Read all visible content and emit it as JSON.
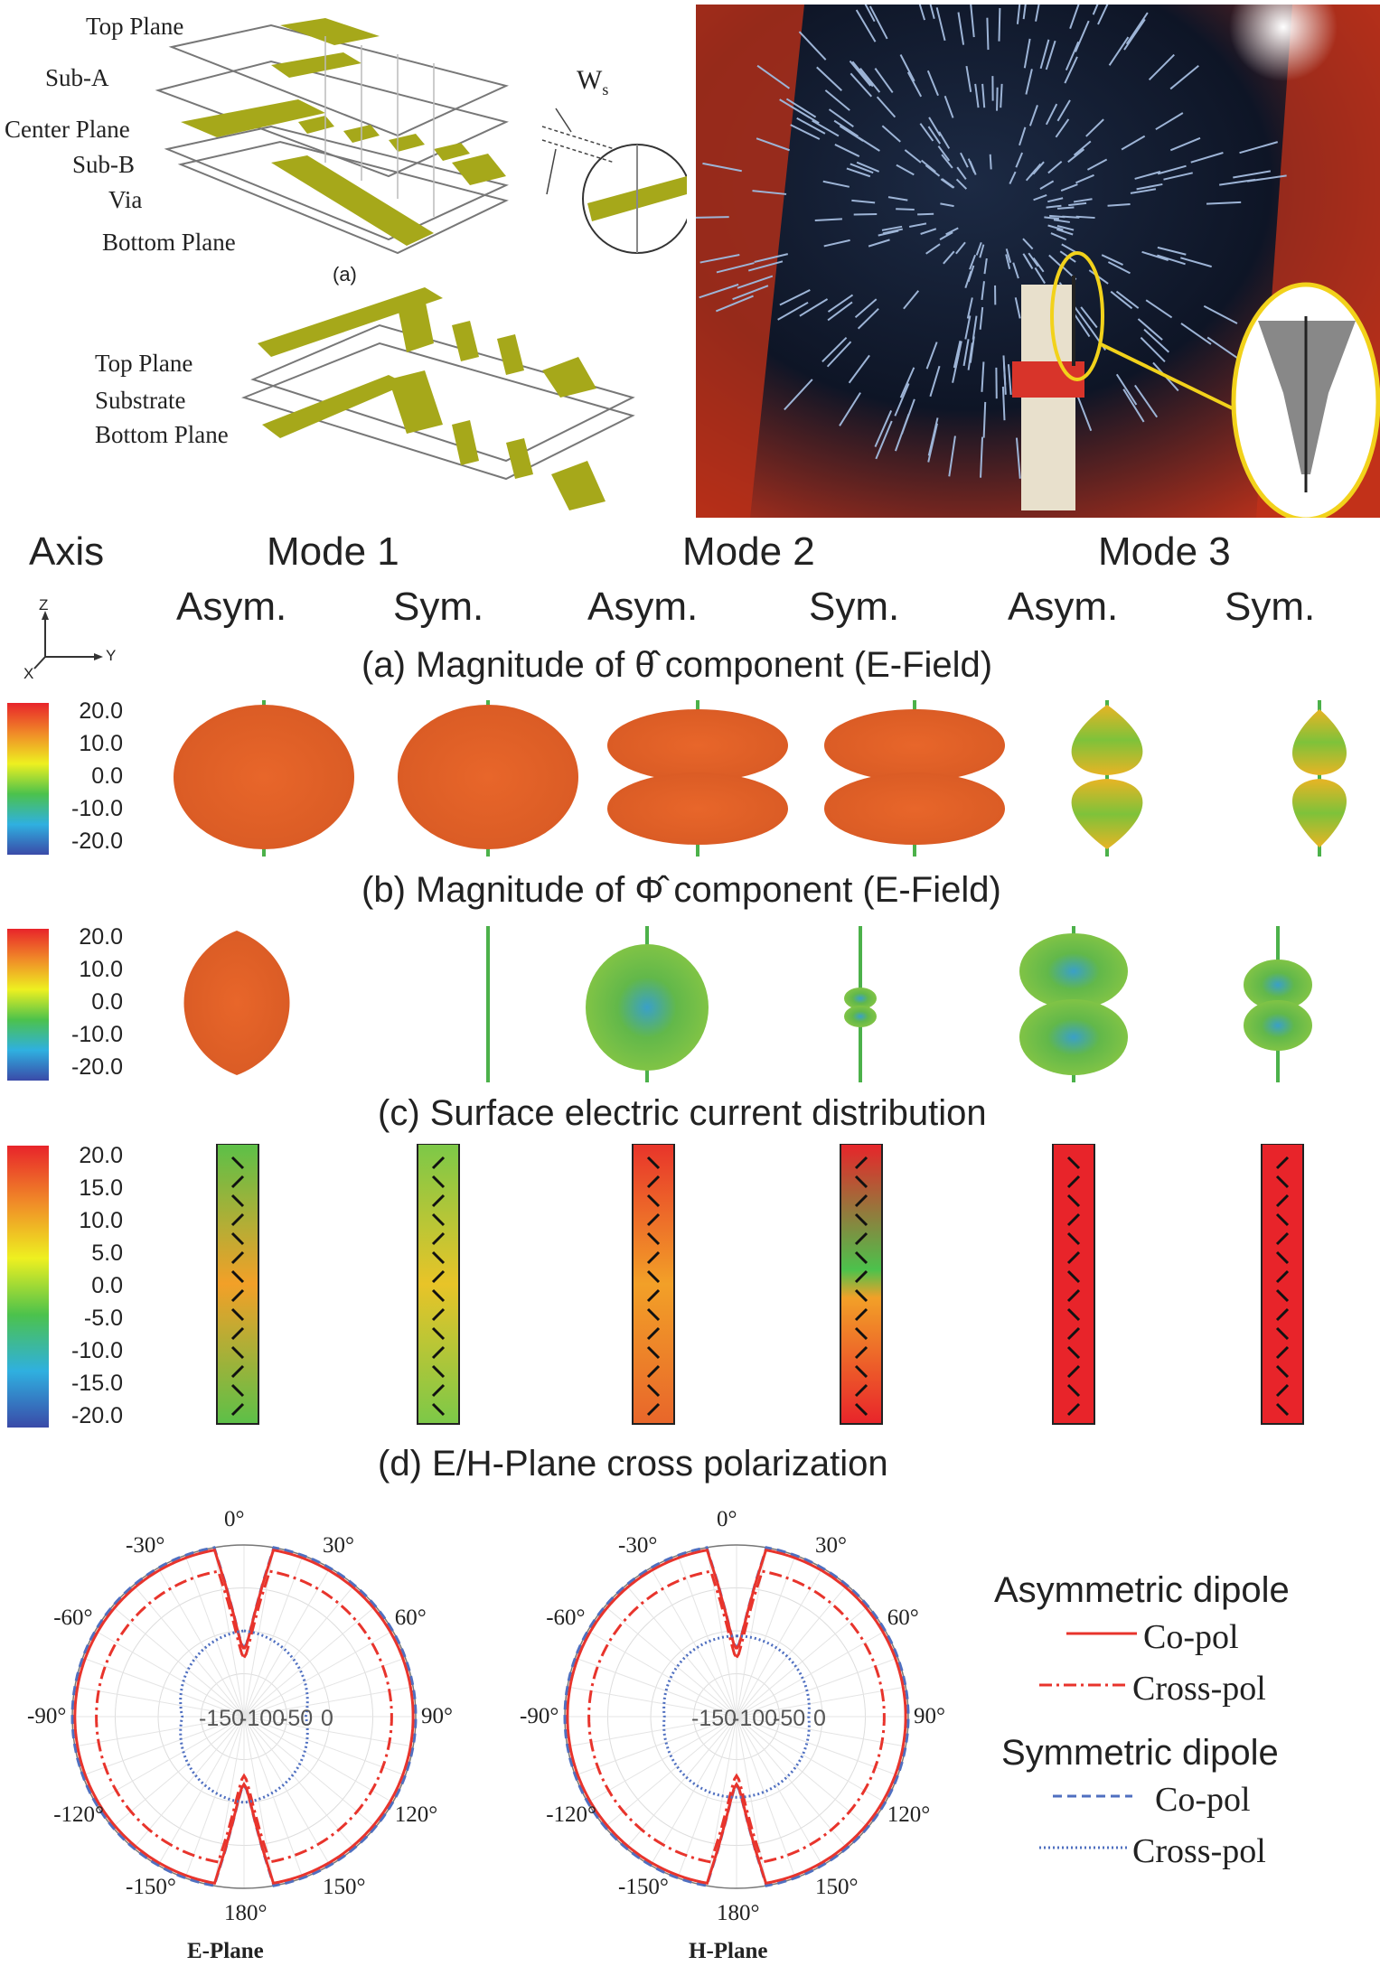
{
  "figure": {
    "layer_labels_a": [
      "Top Plane",
      "Sub-A",
      "Center Plane",
      "Sub-B",
      "Via",
      "Bottom Plane"
    ],
    "ws_label": "W",
    "ws_sub": "s",
    "subfig_a": "(a)",
    "layer_labels_b": [
      "Top Plane",
      "Substrate",
      "Bottom Plane"
    ],
    "column_header": {
      "axis": "Axis",
      "modes": [
        "Mode 1",
        "Mode 2",
        "Mode 3"
      ],
      "types": [
        "Asym.",
        "Sym.",
        "Asym.",
        "Sym.",
        "Asym.",
        "Sym."
      ]
    },
    "axis_labels": {
      "z": "Z",
      "y": "Y",
      "x": "X"
    },
    "row_titles": [
      "(a) Magnitude of θ̂ component (E-Field)",
      "(b) Magnitude of Φ̂ component (E-Field)",
      "(c) Surface electric current distribution",
      "(d) E/H-Plane cross polarization"
    ],
    "colorbar_ticks_ab": [
      "20.0",
      "10.0",
      "0.0",
      "-10.0",
      "-20.0"
    ],
    "colorbar_ticks_c": [
      "20.0",
      "15.0",
      "10.0",
      "5.0",
      "0.0",
      "-5.0",
      "-10.0",
      "-15.0",
      "-20.0"
    ],
    "colors": {
      "gold": "#a6a81a",
      "red": "#e8342c",
      "blue": "#4f6fc0",
      "chamber_red": "#c2321a"
    }
  },
  "polar": {
    "angle_labels": [
      "0°",
      "30°",
      "60°",
      "90°",
      "120°",
      "150°",
      "180°",
      "-150°",
      "-120°",
      "-90°",
      "-60°",
      "-30°"
    ],
    "radial_labels": [
      "-150",
      "-100",
      "-50",
      "0"
    ],
    "plots": [
      {
        "title": "E-Plane"
      },
      {
        "title": "H-Plane"
      }
    ]
  },
  "legend": {
    "groups": [
      {
        "title": "Asymmetric dipole",
        "items": [
          {
            "label": "Co-pol",
            "style": "solid",
            "color": "#e8342c"
          },
          {
            "label": "Cross-pol",
            "style": "dashdot",
            "color": "#e8342c"
          }
        ]
      },
      {
        "title": "Symmetric dipole",
        "items": [
          {
            "label": "Co-pol",
            "style": "dashed",
            "color": "#4f6fc0"
          },
          {
            "label": "Cross-pol",
            "style": "dotted",
            "color": "#4f6fc0"
          }
        ]
      }
    ]
  }
}
